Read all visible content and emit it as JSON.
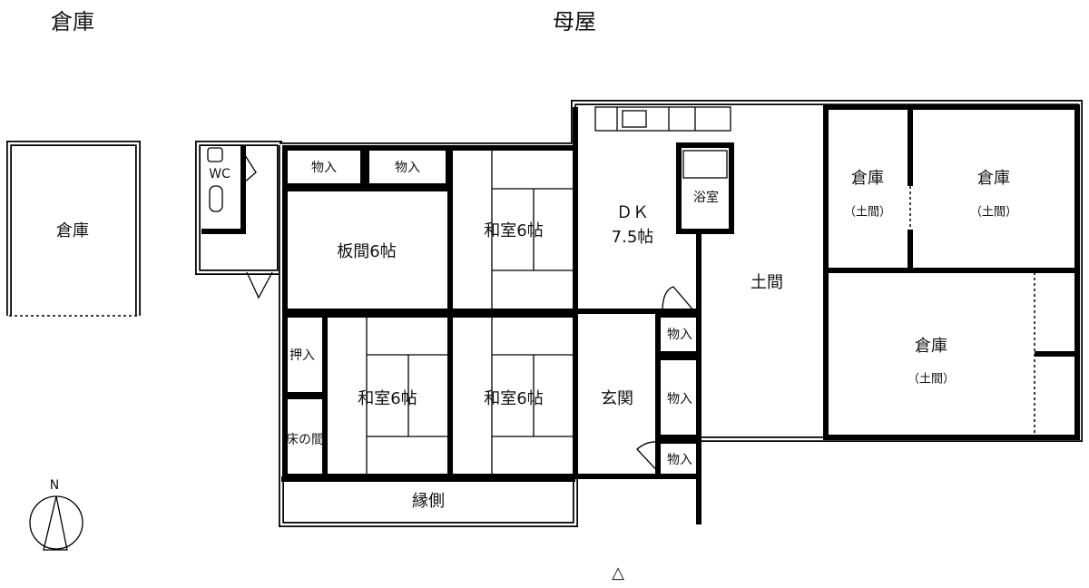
{
  "titles": {
    "storehouse": "倉庫",
    "main_house": "母屋"
  },
  "rooms": {
    "separate_storehouse": "倉庫",
    "wc": "WC",
    "closet_1": "物入",
    "closet_2": "物入",
    "wood_room": "板間6帖",
    "washitsu_top": "和室6帖",
    "dk_line1": "ＤＫ",
    "dk_line2": "7.5帖",
    "bath": "浴室",
    "doma": "土間",
    "storage_a": "倉庫",
    "storage_a_sub": "（土間）",
    "storage_b": "倉庫",
    "storage_b_sub": "（土間）",
    "storage_c": "倉庫",
    "storage_c_sub": "（土間）",
    "oshiire": "押入",
    "tokonoma": "床の間",
    "washitsu_left": "和室6帖",
    "washitsu_mid": "和室6帖",
    "genkan": "玄関",
    "closet_3": "物入",
    "closet_4": "物入",
    "closet_5": "物入",
    "engawa": "縁側"
  },
  "compass": {
    "north": "N"
  },
  "entrance_mark": "△"
}
